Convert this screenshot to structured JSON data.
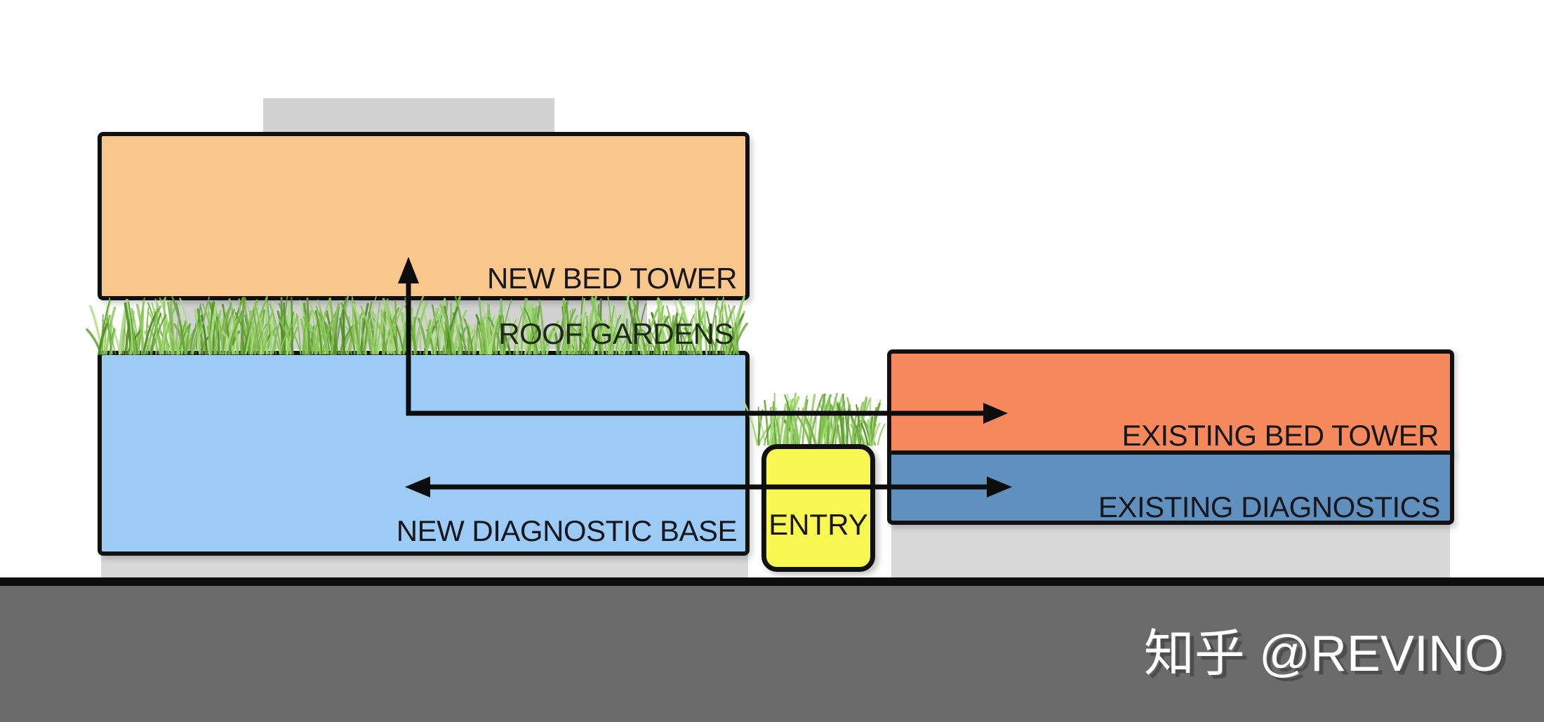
{
  "diagram": {
    "buildings": {
      "new_bed_tower": {
        "label": "NEW BED TOWER",
        "color": "#F9C68C"
      },
      "roof_gardens": {
        "label": "ROOF GARDENS"
      },
      "new_diagnostic_base": {
        "label": "NEW DIAGNOSTIC BASE",
        "color": "#9CCBF5"
      },
      "entry": {
        "label": "ENTRY",
        "color": "#F9F852"
      },
      "existing_bed_tower": {
        "label": "EXISTING BED TOWER",
        "color": "#F5895B"
      },
      "existing_diagnostics": {
        "label": "EXISTING DIAGNOSTICS",
        "color": "#6090BE"
      }
    },
    "colors": {
      "outline": "#111111",
      "label": "#17171C",
      "label_green": "#1F2A14",
      "roof_block": "#D2D2D2",
      "podium": "#D8D8D8",
      "ground": "#6B6B6B",
      "watermark": "#FFFFFF",
      "grass_palette": [
        "#4e8c24",
        "#5f9e2e",
        "#6fae3c",
        "#7fbf4d",
        "#8cc95c",
        "#9bd36d",
        "#aade80"
      ]
    },
    "watermark": {
      "text": "知乎 @REVINO"
    }
  }
}
